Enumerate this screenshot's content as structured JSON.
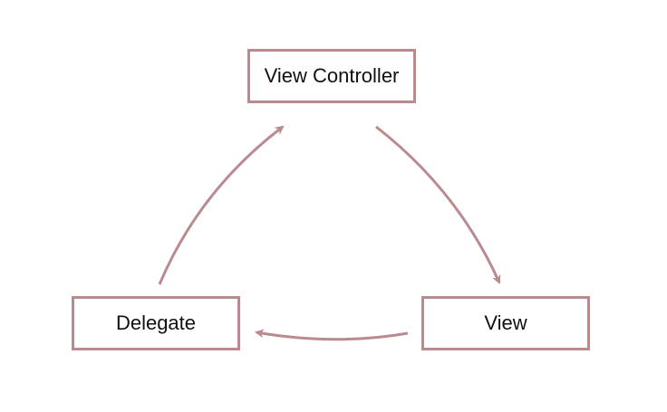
{
  "colors": {
    "accent": "#b98a8e",
    "text": "#111111",
    "background": "#ffffff"
  },
  "nodes": {
    "view_controller": "View Controller",
    "delegate": "Delegate",
    "view": "View"
  },
  "edges": [
    {
      "from": "view_controller",
      "to": "view"
    },
    {
      "from": "view",
      "to": "delegate"
    },
    {
      "from": "delegate",
      "to": "view_controller"
    }
  ]
}
